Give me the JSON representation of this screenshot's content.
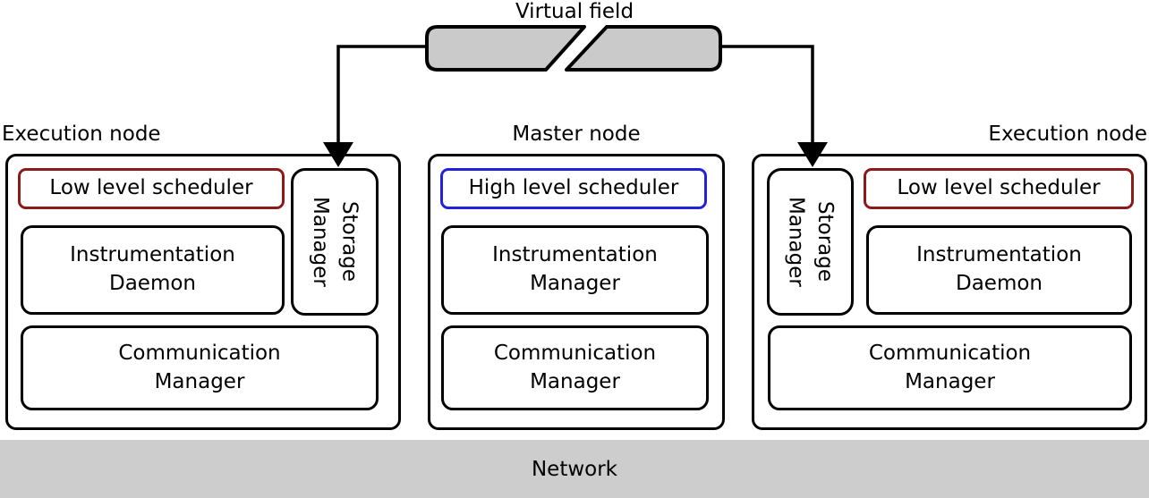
{
  "virtual_field": {
    "label": "Virtual field"
  },
  "network": {
    "label": "Network"
  },
  "nodes": {
    "execution_left": {
      "title": "Execution node",
      "low_level_scheduler": "Low level scheduler",
      "storage_manager": "Storage\nManager",
      "instrumentation_daemon": "Instrumentation\nDaemon",
      "communication_manager": "Communication\nManager"
    },
    "master": {
      "title": "Master node",
      "high_level_scheduler": "High level scheduler",
      "instrumentation_manager": "Instrumentation\nManager",
      "communication_manager": "Communication\nManager"
    },
    "execution_right": {
      "title": "Execution node",
      "low_level_scheduler": "Low level scheduler",
      "storage_manager": "Storage\nManager",
      "instrumentation_daemon": "Instrumentation\nDaemon",
      "communication_manager": "Communication\nManager"
    }
  },
  "colors": {
    "low_level_scheduler_border": "#8b1a1a",
    "high_level_scheduler_border": "#2222dd",
    "virtual_field_fill": "#cacaca",
    "network_fill": "#cdcdcd",
    "line": "#000000"
  }
}
